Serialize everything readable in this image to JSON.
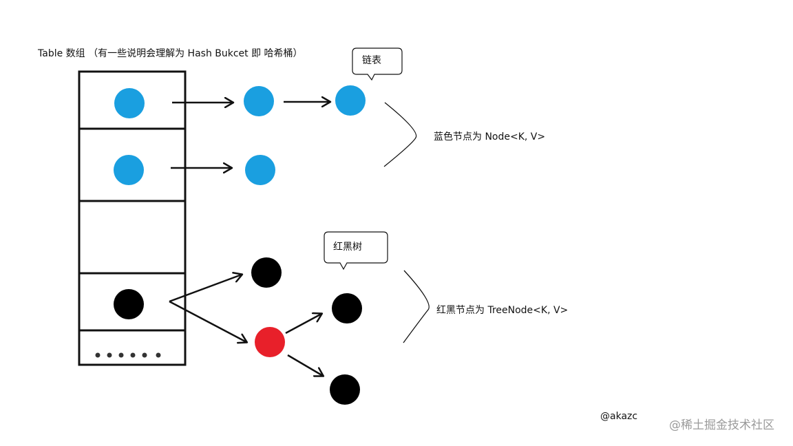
{
  "title": "Table 数组 （有一些说明会理解为 Hash Bukcet 即 哈希桶）",
  "callouts": {
    "linked_list": "链表",
    "red_black_tree": "红黑树"
  },
  "group_labels": {
    "blue_nodes": "蓝色节点为 Node<K, V>",
    "tree_nodes": "红黑节点为 TreeNode<K, V>"
  },
  "author": "@akazc",
  "watermark": "@稀土掘金技术社区",
  "colors": {
    "node": "#1a9fe0",
    "tree_black": "#000000",
    "tree_red": "#e8202a",
    "stroke": "#111111"
  }
}
